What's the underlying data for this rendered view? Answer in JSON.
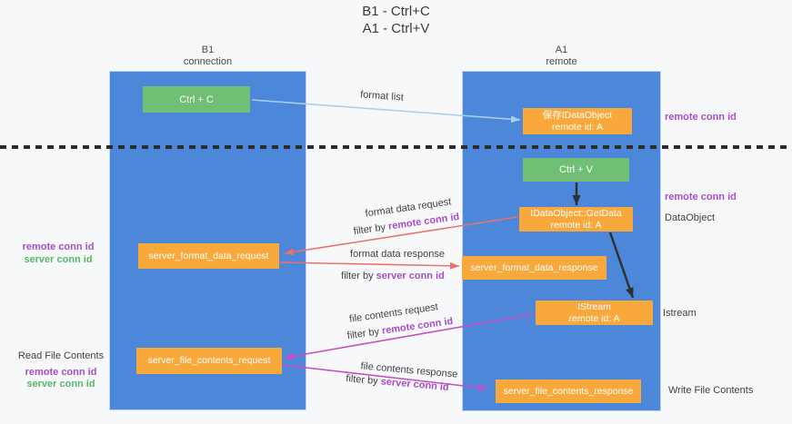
{
  "title": {
    "line1": "B1 - Ctrl+C",
    "line2": "A1 - Ctrl+V"
  },
  "lifelines": {
    "b1": {
      "title": "B1",
      "subtitle": "connection"
    },
    "a1": {
      "title": "A1",
      "subtitle": "remote"
    }
  },
  "nodes": {
    "ctrl_c": {
      "label": "Ctrl + C"
    },
    "save_dataobject": {
      "line1": "保存IDataObject",
      "line2": "remote id: A"
    },
    "ctrl_v": {
      "label": "Ctrl + V"
    },
    "getdata": {
      "line1": "IDataObject::GetData",
      "line2": "remote id: A"
    },
    "istream": {
      "line1": "IStream",
      "line2": "remote id: A"
    },
    "server_format_data_request": {
      "label": "server_format_data_request"
    },
    "server_format_data_response": {
      "label": "server_format_data_response"
    },
    "server_file_contents_request": {
      "label": "server_file_contents_request"
    },
    "server_file_contents_response": {
      "label": "server_file_contents_response"
    }
  },
  "edge_labels": {
    "format_list": "format list",
    "format_data_request": "format data request",
    "format_data_request_filter_prefix": "filter by ",
    "format_data_request_filter_key": "remote conn id",
    "format_data_response": "format data response",
    "format_data_response_filter_prefix": "filter by ",
    "format_data_response_filter_key": "server conn id",
    "file_contents_request": "file contents request",
    "file_contents_request_filter_prefix": "filter by ",
    "file_contents_request_filter_key": "remote conn id",
    "file_contents_response": "file contents response",
    "file_contents_response_filter_prefix": "filter by ",
    "file_contents_response_filter_key": "server conn id"
  },
  "side_labels": {
    "right_remote_conn_id_top": "remote conn id",
    "right_remote_conn_id_mid": "remote conn id",
    "dataobject": "DataObject",
    "istream": "Istream",
    "write_file_contents": "Write File Contents",
    "left_remote_conn_id_mid": "remote conn id",
    "left_server_conn_id_mid": "server conn id",
    "read_file_contents": "Read File Contents",
    "left_remote_conn_id_bottom": "remote conn id",
    "left_server_conn_id_bottom": "server conn id"
  },
  "colors": {
    "lifeline_blue": "#4d87d9",
    "node_green": "#71bf74",
    "node_orange": "#f9a93c",
    "arrow_lightblue": "#a9cfef",
    "arrow_red": "#e9736b",
    "arrow_magenta": "#c74fc4",
    "arrow_black": "#2f2f2f",
    "text_purple": "#a64dcb",
    "text_green": "#55b865",
    "divider_black": "#2c2c2c"
  }
}
